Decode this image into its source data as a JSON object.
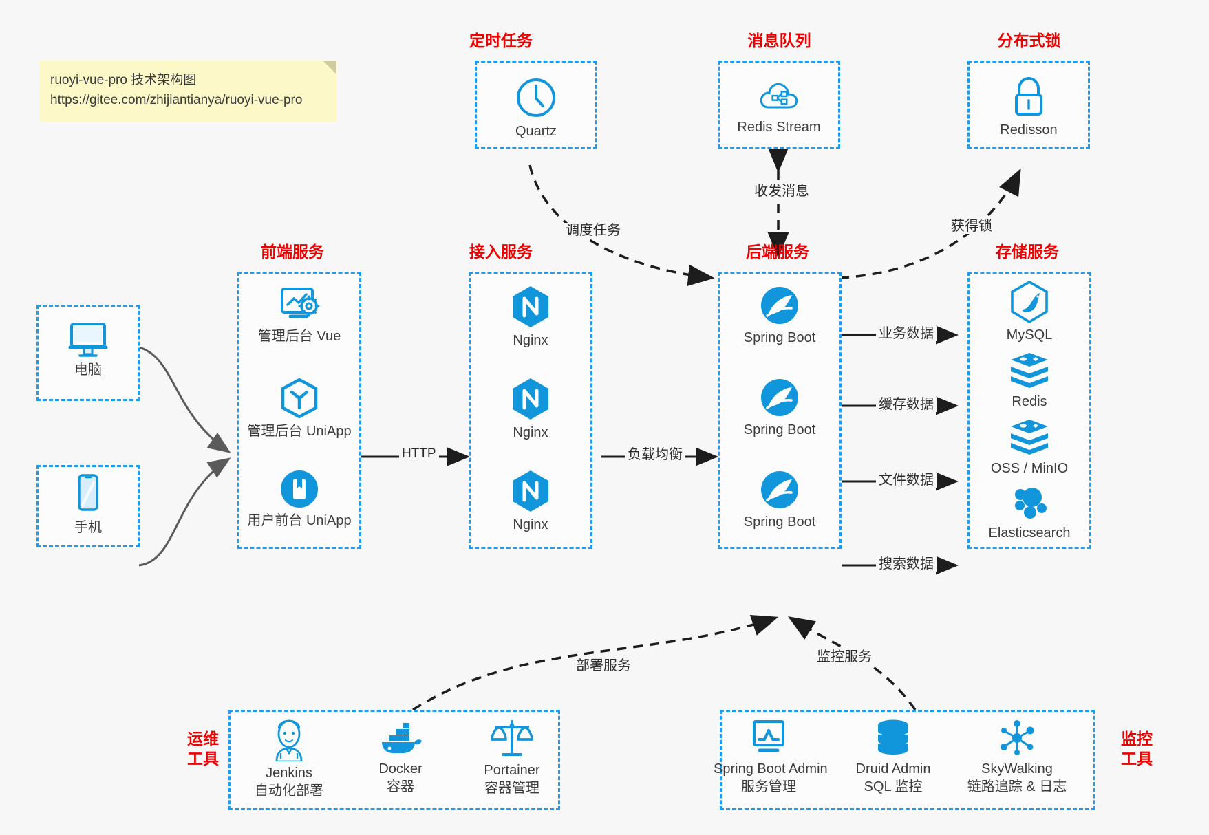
{
  "note": {
    "line1": "ruoyi-vue-pro 技术架构图",
    "line2": "https://gitee.com/zhijiantianya/ruoyi-vue-pro"
  },
  "colors": {
    "accent_blue": "#1f9bf0",
    "logo_blue": "#1296db",
    "title_red": "#ef0000",
    "background": "#f7f7f7",
    "note_yellow": "#fcf8c8",
    "edge_dark": "#2b2b2b",
    "edge_gray": "#5a5a5a"
  },
  "groups": {
    "scheduler": {
      "title": "定时任务",
      "nodes": [
        {
          "label": "Quartz",
          "icon": "clock-icon"
        }
      ]
    },
    "message_queue": {
      "title": "消息队列",
      "nodes": [
        {
          "label": "Redis Stream",
          "icon": "cloud-network-icon"
        }
      ]
    },
    "distributed_lock": {
      "title": "分布式锁",
      "nodes": [
        {
          "label": "Redisson",
          "icon": "lock-icon"
        }
      ]
    },
    "clients": {
      "nodes": [
        {
          "label": "电脑",
          "icon": "desktop-monitor-icon"
        },
        {
          "label": "手机",
          "icon": "mobile-phone-icon"
        }
      ]
    },
    "frontend": {
      "title": "前端服务",
      "nodes": [
        {
          "label": "管理后台 Vue",
          "icon": "dashboard-gear-icon"
        },
        {
          "label": "管理后台 UniApp",
          "icon": "uniapp-hexagon-icon"
        },
        {
          "label": "用户前台 UniApp",
          "icon": "mobile-app-icon"
        }
      ]
    },
    "gateway": {
      "title": "接入服务",
      "nodes": [
        {
          "label": "Nginx",
          "icon": "nginx-icon"
        },
        {
          "label": "Nginx",
          "icon": "nginx-icon"
        },
        {
          "label": "Nginx",
          "icon": "nginx-icon"
        }
      ]
    },
    "backend": {
      "title": "后端服务",
      "nodes": [
        {
          "label": "Spring Boot",
          "icon": "spring-boot-icon"
        },
        {
          "label": "Spring Boot",
          "icon": "spring-boot-icon"
        },
        {
          "label": "Spring Boot",
          "icon": "spring-boot-icon"
        }
      ]
    },
    "storage": {
      "title": "存储服务",
      "nodes": [
        {
          "label": "MySQL",
          "icon": "mysql-dolphin-icon"
        },
        {
          "label": "Redis",
          "icon": "redis-stack-icon"
        },
        {
          "label": "OSS / MinIO",
          "icon": "redis-stack-icon"
        },
        {
          "label": "Elasticsearch",
          "icon": "elasticsearch-icon"
        }
      ]
    },
    "devops": {
      "title_line1": "运维",
      "title_line2": "工具",
      "nodes": [
        {
          "label": "Jenkins",
          "sublabel": "自动化部署",
          "icon": "jenkins-butler-icon"
        },
        {
          "label": "Docker",
          "sublabel": "容器",
          "icon": "docker-whale-icon"
        },
        {
          "label": "Portainer",
          "sublabel": "容器管理",
          "icon": "scales-balance-icon"
        }
      ]
    },
    "monitoring": {
      "title_line1": "监控",
      "title_line2": "工具",
      "nodes": [
        {
          "label": "Spring Boot Admin",
          "sublabel": "服务管理",
          "icon": "monitor-chart-icon"
        },
        {
          "label": "Druid Admin",
          "sublabel": "SQL 监控",
          "icon": "database-cylinder-icon"
        },
        {
          "label": "SkyWalking",
          "sublabel": "链路追踪 & 日志",
          "icon": "skywalking-nodes-icon"
        }
      ]
    }
  },
  "edges": {
    "schedule_task": "调度任务",
    "send_receive_message": "收发消息",
    "acquire_lock": "获得锁",
    "http": "HTTP",
    "load_balance": "负载均衡",
    "business_data": "业务数据",
    "cache_data": "缓存数据",
    "file_data": "文件数据",
    "search_data": "搜索数据",
    "deploy_service": "部署服务",
    "monitor_service": "监控服务"
  }
}
